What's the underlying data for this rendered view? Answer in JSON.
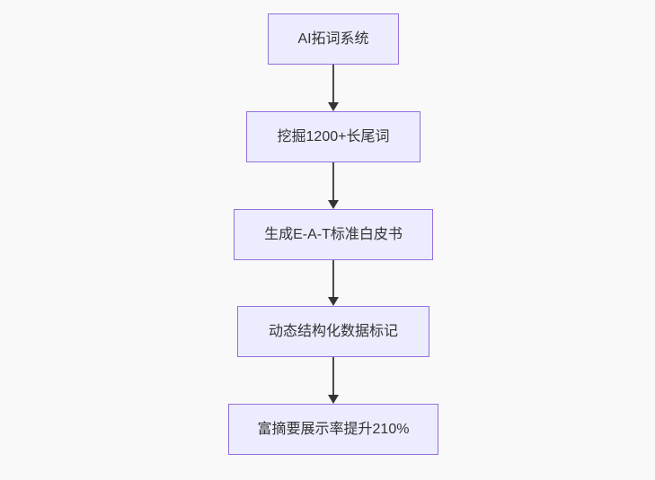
{
  "diagram": {
    "type": "flowchart",
    "direction": "top-down",
    "colors": {
      "background": "#f9f9f9",
      "node_fill": "#ececff",
      "node_border": "#9370db",
      "arrow": "#333333",
      "text": "#333333"
    },
    "nodes": [
      {
        "id": "n1",
        "label": "AI拓词系统"
      },
      {
        "id": "n2",
        "label": "挖掘1200+长尾词"
      },
      {
        "id": "n3",
        "label": "生成E-A-T标准白皮书"
      },
      {
        "id": "n4",
        "label": "动态结构化数据标记"
      },
      {
        "id": "n5",
        "label": "富摘要展示率提升210%"
      }
    ],
    "edges": [
      {
        "from": "n1",
        "to": "n2"
      },
      {
        "from": "n2",
        "to": "n3"
      },
      {
        "from": "n3",
        "to": "n4"
      },
      {
        "from": "n4",
        "to": "n5"
      }
    ]
  }
}
